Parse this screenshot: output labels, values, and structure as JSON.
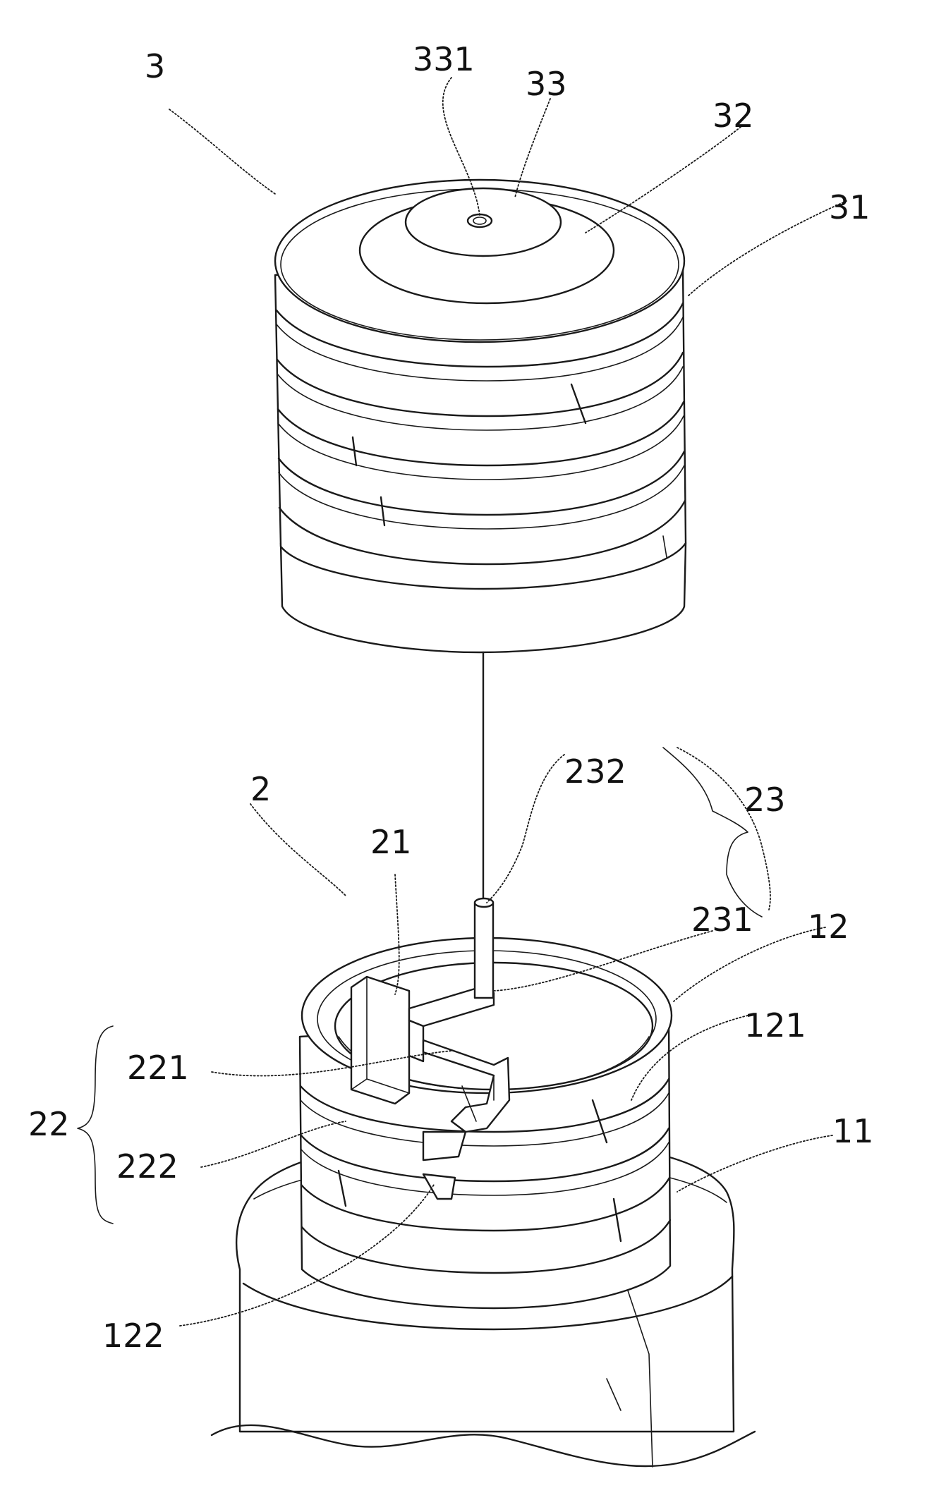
{
  "figure": {
    "labels": {
      "l3": "3",
      "l331": "331",
      "l33": "33",
      "l32": "32",
      "l31": "31",
      "l2": "2",
      "l232": "232",
      "l23": "23",
      "l21": "21",
      "l231": "231",
      "l12": "12",
      "l121": "121",
      "l221": "221",
      "l22": "22",
      "l222": "222",
      "l11": "11",
      "l122": "122"
    }
  }
}
